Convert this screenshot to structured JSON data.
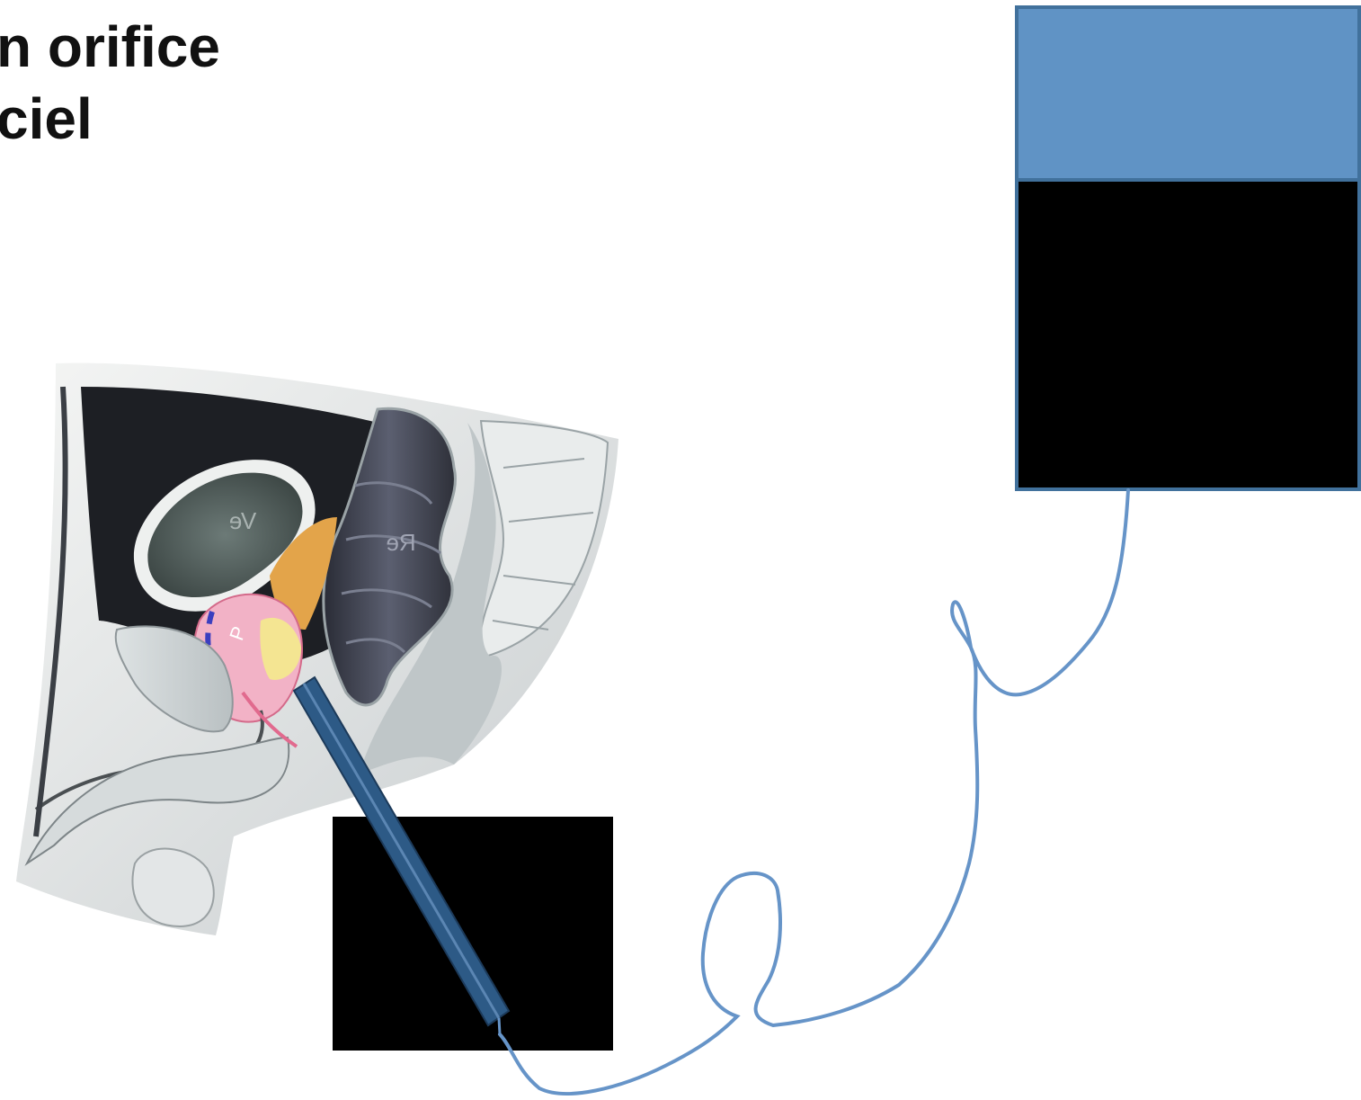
{
  "title": {
    "line1": "n orifice",
    "line2": "ciel"
  },
  "anatomy": {
    "labels": {
      "bladder": "Ve",
      "rectum": "Re",
      "prostate": "P"
    }
  },
  "colors": {
    "background": "#ffffff",
    "device_panel": "#6093c5",
    "device_body": "#000000",
    "cable": "#6694c8",
    "probe": "#2d5a86",
    "probe_edge": "#1c3a5a",
    "bone": "#c9d0d2",
    "cavity": "#1b1d22",
    "rectum": "#3a3d4a",
    "bladder_wall": "#46524f",
    "prostate": "#f2b2c6",
    "seminal_vesicle": "#e3a44a",
    "skin": "#eef0ef"
  },
  "icons": {
    "device": "control-unit-icon",
    "probe": "endorectal-probe-icon",
    "cable": "cable-icon"
  }
}
